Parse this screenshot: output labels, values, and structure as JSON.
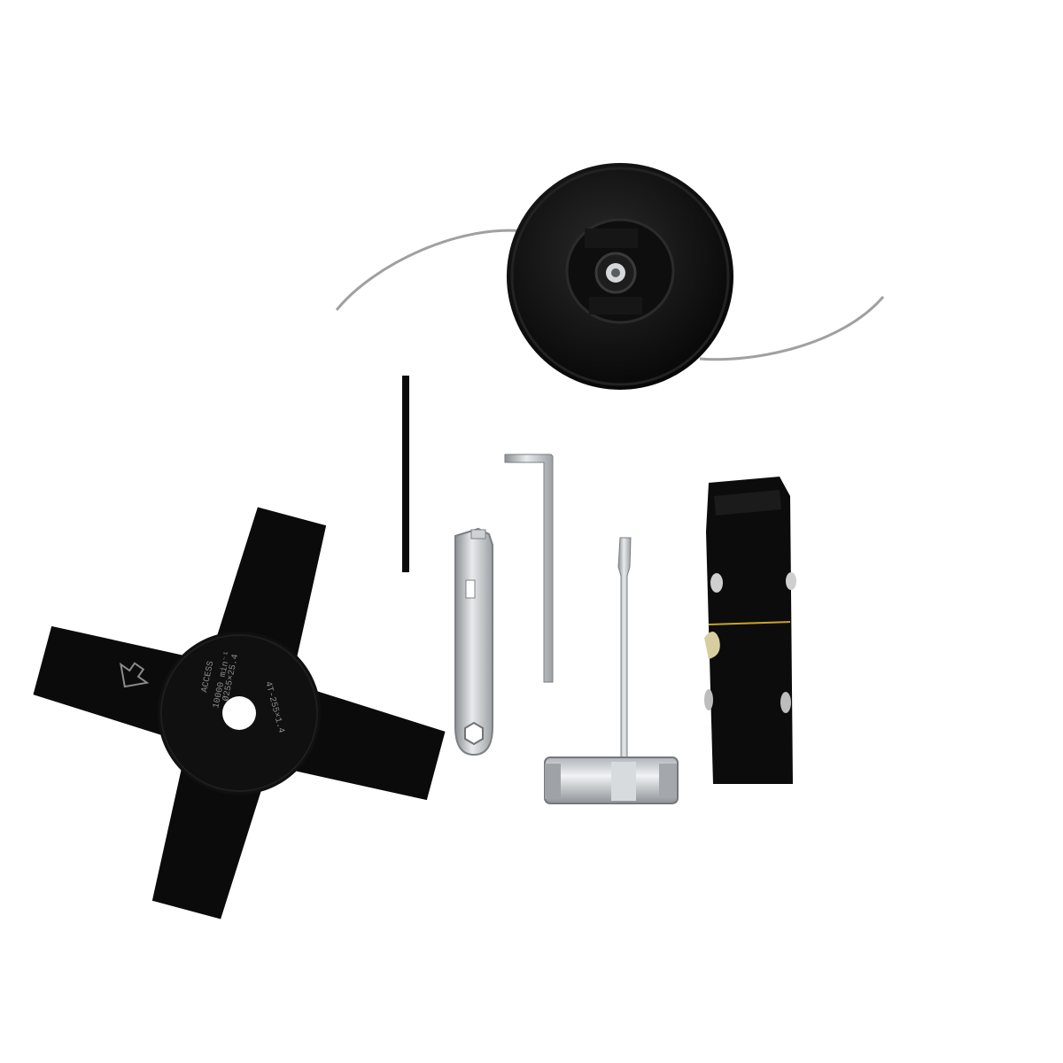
{
  "scene": {
    "background": "#ffffff",
    "items": [
      {
        "name": "trimmer-head",
        "icon": "trimmer-spool-icon"
      },
      {
        "name": "trimmer-line",
        "icon": "nylon-line-icon"
      },
      {
        "name": "locking-pin",
        "icon": "pin-icon"
      },
      {
        "name": "hex-key",
        "icon": "allen-key-icon"
      },
      {
        "name": "flat-spanner",
        "icon": "spanner-icon"
      },
      {
        "name": "screwdriver",
        "icon": "screwdriver-icon"
      },
      {
        "name": "spark-plug-socket-wrench",
        "icon": "t-wrench-icon"
      },
      {
        "name": "shoulder-harness",
        "icon": "strap-icon"
      },
      {
        "name": "four-tooth-blade",
        "icon": "blade-icon"
      }
    ],
    "colors": {
      "black": "#0b0b0b",
      "rubber": "#141414",
      "steel": "#c8ccd0",
      "steel_dark": "#8e9296",
      "line": "#9a9a9a"
    },
    "blade_marking_1": "ACCESS",
    "blade_marking_2": "10000 min⁻¹",
    "blade_marking_3": "Ø255×25.4",
    "blade_marking_4": "4T-255×1.4"
  }
}
